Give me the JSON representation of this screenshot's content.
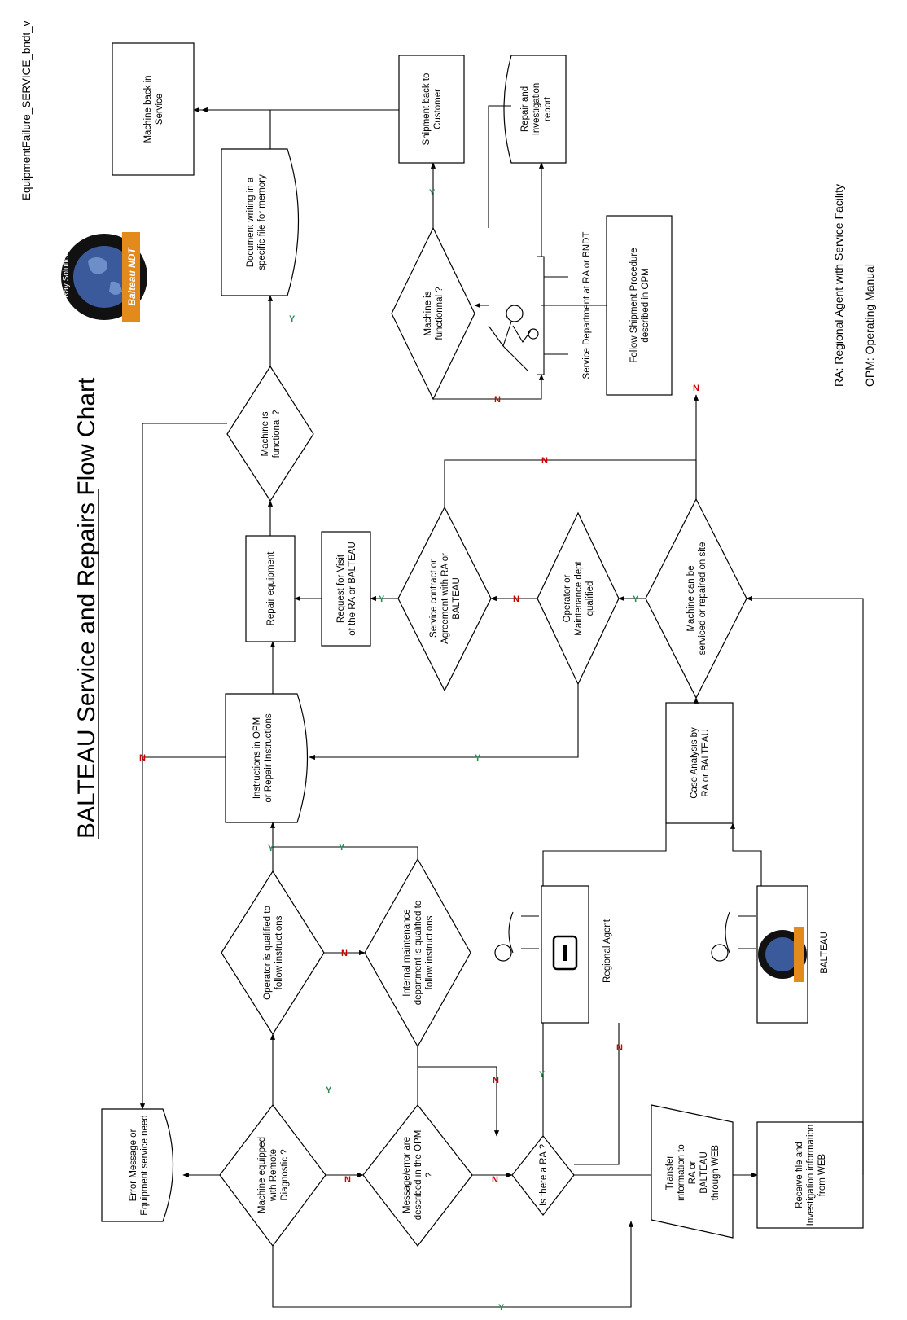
{
  "document_name": "EquipmentFailure_SERVICE_bndt_v",
  "title": "BALTEAU Service and Repairs Flow Chart",
  "logo": {
    "ring_text": "X-Ray Solutions",
    "brand_text": "Balteau NDT",
    "colors": {
      "globe": "#3a5a9c",
      "ring": "#111111",
      "band": "#e38a1c"
    }
  },
  "legend": [
    "RA: Regional Agent with Service Facility",
    "OPM: Operating Manual"
  ],
  "nodes": {
    "error_message": [
      "Error Message or",
      "Equipment service need"
    ],
    "remote_diag": [
      "Machine equipped",
      "with Remote",
      "Diagnostic ?"
    ],
    "message_described": [
      "Message/error are",
      "described in the OPM",
      "?"
    ],
    "is_there_ra": [
      "Is there a RA ?"
    ],
    "transfer_info": [
      "Transfer",
      "information to",
      "RA or",
      "BALTEAU",
      "through WEB"
    ],
    "receive_file": [
      "Receive file and",
      "Investigation information",
      "from WEB"
    ],
    "operator_qualified": [
      "Operator is qualified to",
      "follow instructions"
    ],
    "internal_maint": [
      "Internal maintenance",
      "department is qualified to",
      "follow instructions"
    ],
    "regional_agent": [
      "Regional Agent"
    ],
    "balteau_person": [
      "BALTEAU"
    ],
    "instructions": [
      "Instructions in OPM",
      "or Repair Instructions"
    ],
    "case_analysis": [
      "Case Analysis by",
      "RA or BALTEAU"
    ],
    "repair_equipment": [
      "Repair equipment"
    ],
    "request_visit": [
      "Request for Visit",
      "of the RA or BALTEAU"
    ],
    "service_contract": [
      "Service contract or",
      "Agreement with RA or",
      "BALTEAU"
    ],
    "operator_maint_qualified": [
      "Operator or",
      "Maintenance dept",
      "qualified"
    ],
    "serviced_on_site": [
      "Machine can be",
      "serviced or repaired on site"
    ],
    "machine_functional_1": [
      "Machine is",
      "functional ?"
    ],
    "document_writing": [
      "Document writing in a",
      "specific file for memory"
    ],
    "machine_back": [
      "Machine back in",
      "Service"
    ],
    "follow_shipment": [
      "Follow Shipment Procedure",
      "described in OPM"
    ],
    "service_dept": [
      "Service Department at RA or BNDT"
    ],
    "machine_functional_2": [
      "Machine is",
      "functionnal ?"
    ],
    "shipment_back": [
      "Shipment back to",
      "Customer"
    ],
    "repair_report": [
      "Repair and",
      "Investigation",
      "report"
    ]
  },
  "yes_label": "Y",
  "no_label": "N"
}
